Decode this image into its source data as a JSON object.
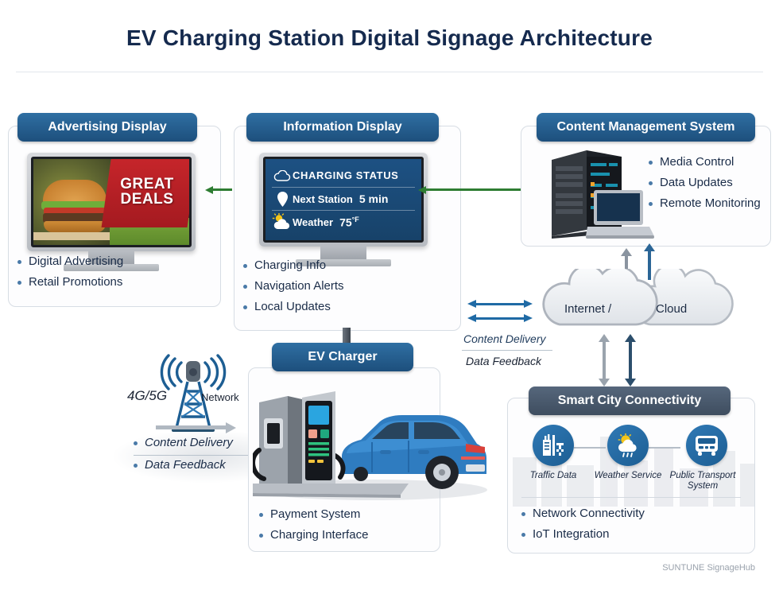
{
  "page": {
    "title": "EV Charging Station Digital Signage Architecture",
    "watermark": "SUNTUNE SignageHub"
  },
  "colors": {
    "header_blue": "#1d4f7c",
    "header_slate": "#3e4d5f",
    "arrow_green": "#2e7d32",
    "arrow_blue": "#1f6aa5",
    "arrow_gray": "#8a94a0",
    "arrow_navy": "#2b4f6e",
    "text_dark": "#152a4e",
    "bullet_dot": "#4a7aa8",
    "accent_red": "#c8262b"
  },
  "panels": {
    "advertising": {
      "title": "Advertising Display",
      "screen": {
        "headline_line1": "GREAT",
        "headline_line2": "DEALS"
      },
      "bullets": [
        "Digital Advertising",
        "Retail Promotions"
      ]
    },
    "information": {
      "title": "Information Display",
      "screen": {
        "status_title": "CHARGING STATUS",
        "status_icon": "cloud-icon",
        "rows": [
          {
            "icon": "location-pin-icon",
            "label": "Next Station",
            "value": "5 min",
            "unit": ""
          },
          {
            "icon": "sun-cloud-icon",
            "label": "Weather",
            "value": "75",
            "unit": "°F"
          }
        ]
      },
      "bullets": [
        "Charging Info",
        "Navigation Alerts",
        "Local Updates"
      ]
    },
    "cms": {
      "title": "Content Management System",
      "bullets": [
        "Media Control",
        "Data Updates",
        "Remote Monitoring"
      ]
    },
    "ev_charger": {
      "title": "EV Charger",
      "bullets": [
        "Payment System",
        "Charging Interface"
      ]
    },
    "smart_city": {
      "title": "Smart City Connectivity",
      "icons": [
        {
          "name": "traffic-data-icon",
          "label": "Traffic Data"
        },
        {
          "name": "weather-service-icon",
          "label": "Weather Service"
        },
        {
          "name": "public-transport-icon",
          "label": "Public Transport System"
        }
      ],
      "bullets": [
        "Network Connectivity",
        "IoT Integration"
      ]
    }
  },
  "cloud": {
    "label_left": "Internet /",
    "label_right": "Cloud"
  },
  "network": {
    "tower_label": "4G/5G",
    "tower_label_right": "Network",
    "flows": [
      "Content Delivery",
      "Data Feedback"
    ]
  },
  "cloud_flows": {
    "top": "Content Delivery",
    "bottom": "Data Feedback"
  }
}
